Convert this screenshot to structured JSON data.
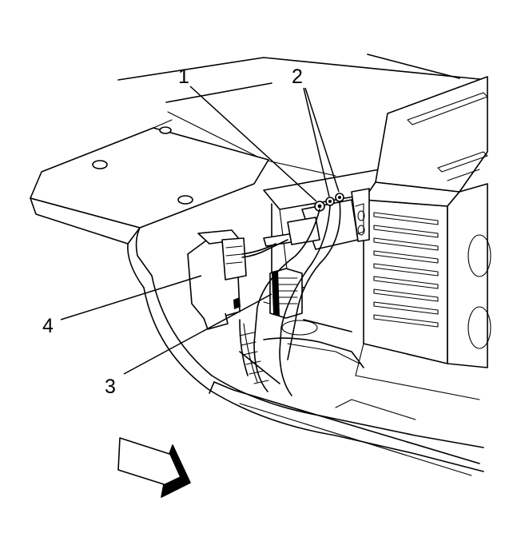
{
  "callouts": {
    "c1": "1",
    "c2": "2",
    "c3": "3",
    "c4": "4"
  },
  "colors": {
    "line": "#000000",
    "background": "#ffffff"
  },
  "icons": [
    "direction-arrow-icon"
  ]
}
